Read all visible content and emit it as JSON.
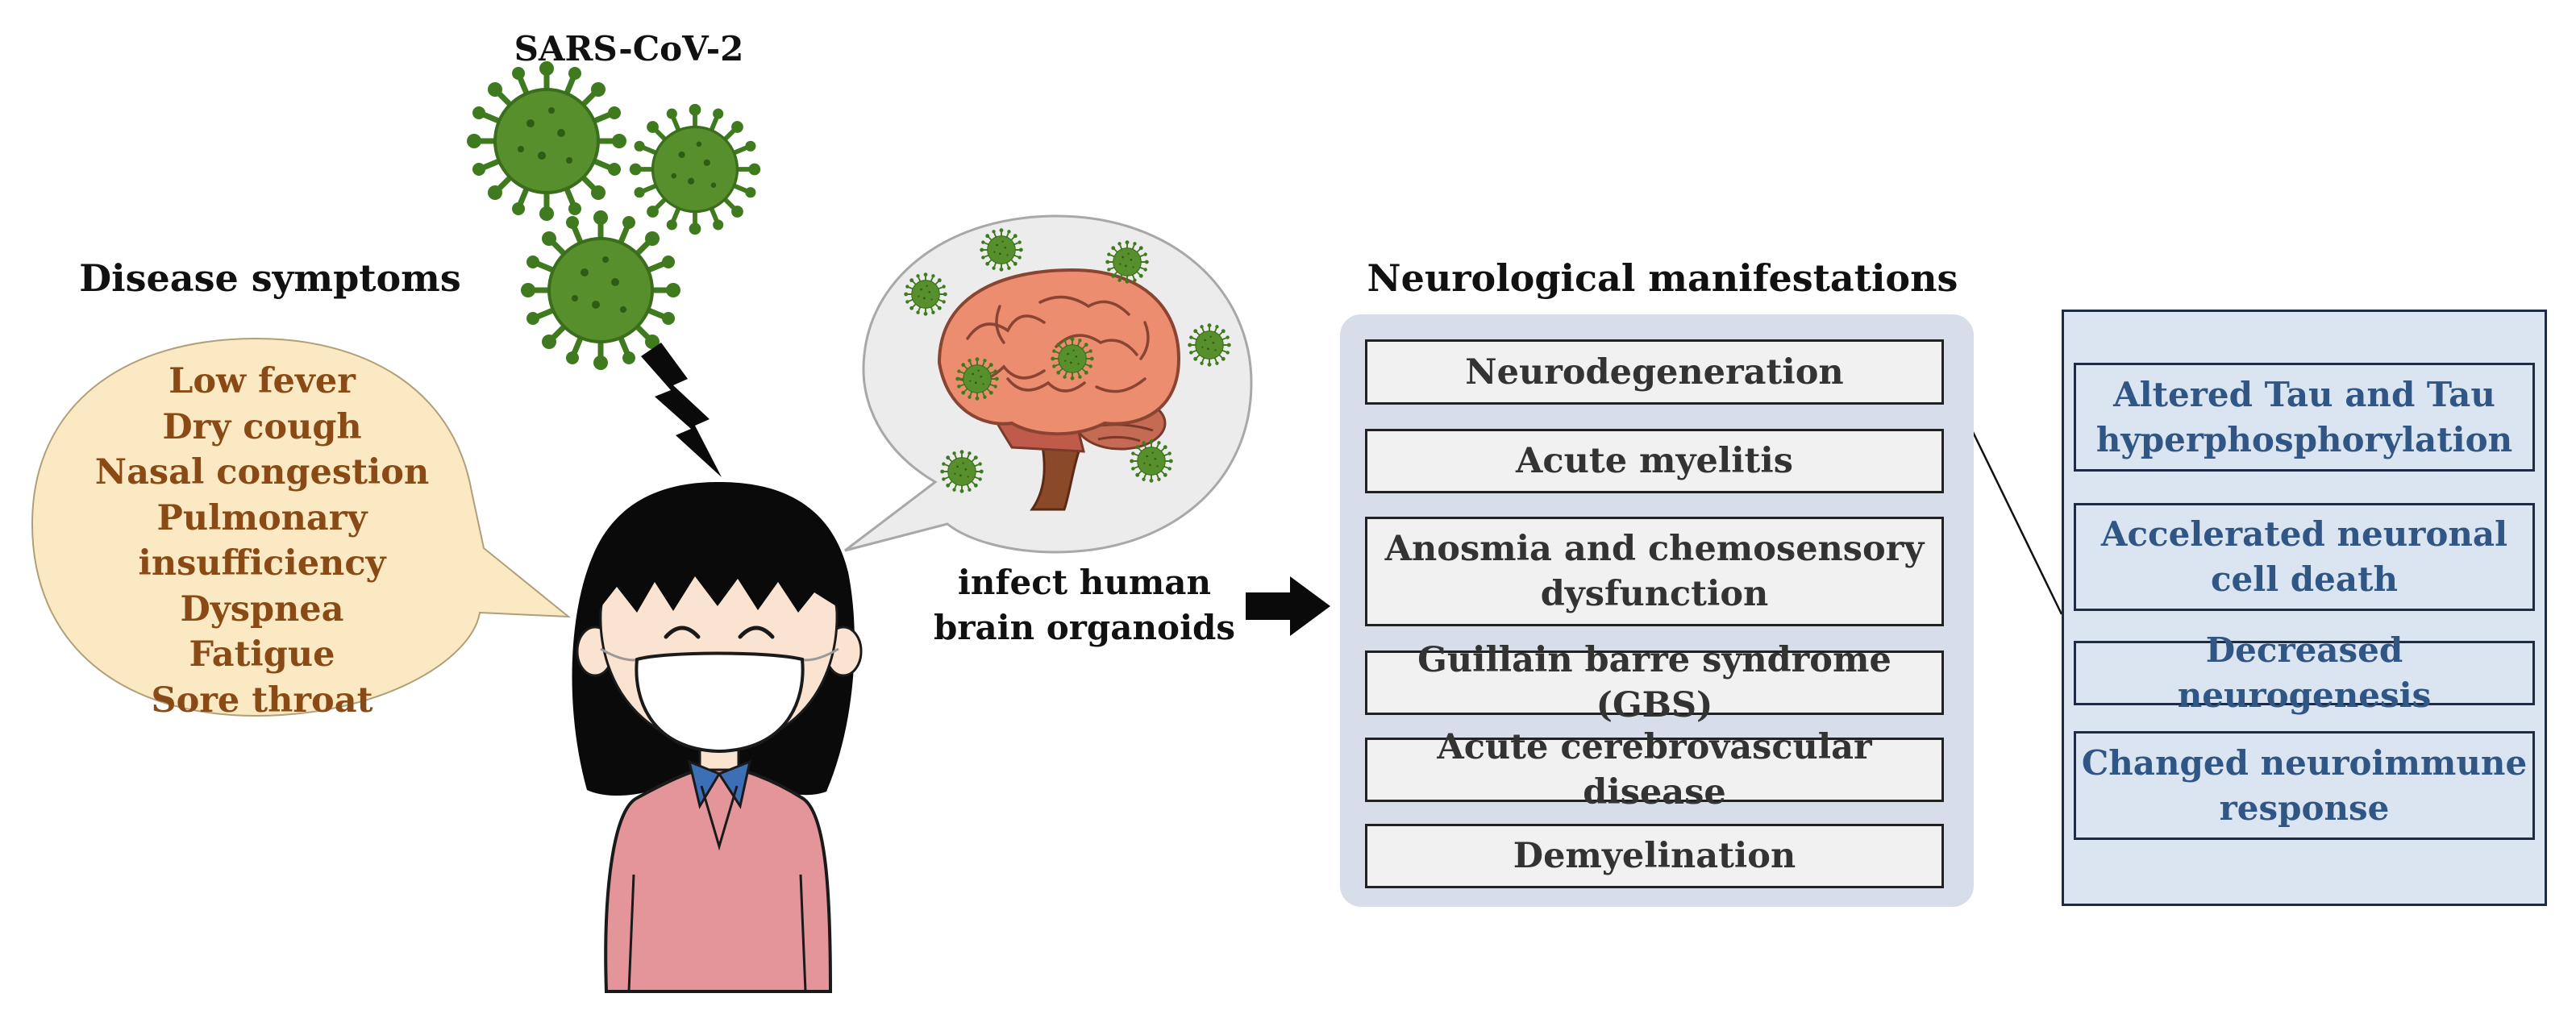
{
  "virus_label": "SARS-CoV-2",
  "symptoms": {
    "heading": "Disease symptoms",
    "items": [
      "Low  fever",
      "Dry cough",
      "Nasal congestion",
      "Pulmonary insufficiency",
      "Dyspnea",
      "Fatigue",
      "Sore throat"
    ]
  },
  "infection": {
    "line1": "infect human",
    "line2": "brain organoids"
  },
  "neuro": {
    "heading": "Neurological manifestations",
    "items": [
      {
        "l1": "Neurodegeneration",
        "l2": ""
      },
      {
        "l1": "Acute myelitis",
        "l2": ""
      },
      {
        "l1": "Anosmia and chemosensory",
        "l2": "dysfunction"
      },
      {
        "l1": "Guillain barre syndrome (GBS)",
        "l2": ""
      },
      {
        "l1": "Acute cerebrovascular disease",
        "l2": ""
      },
      {
        "l1": "Demyelination",
        "l2": ""
      }
    ]
  },
  "neurodegeneration_details": [
    {
      "l1": "Altered Tau and Tau",
      "l2": "hyperphosphorylation"
    },
    {
      "l1": "Accelerated neuronal",
      "l2": "cell death"
    },
    {
      "l1": "Decreased neurogenesis",
      "l2": ""
    },
    {
      "l1": "Changed neuroimmune",
      "l2": "response"
    }
  ],
  "colors": {
    "virus": "#4f8a2b",
    "symptom_bubble": "#fbe9c3",
    "symptom_text": "#8a4a16",
    "neuro_panel": "#d8dee9",
    "detail_text": "#2f5684",
    "shirt": "#e4959a",
    "collar": "#3d6fb6"
  },
  "icons": [
    "virus-icon",
    "lightning-icon",
    "person-icon",
    "brain-icon",
    "arrow-right-icon"
  ]
}
